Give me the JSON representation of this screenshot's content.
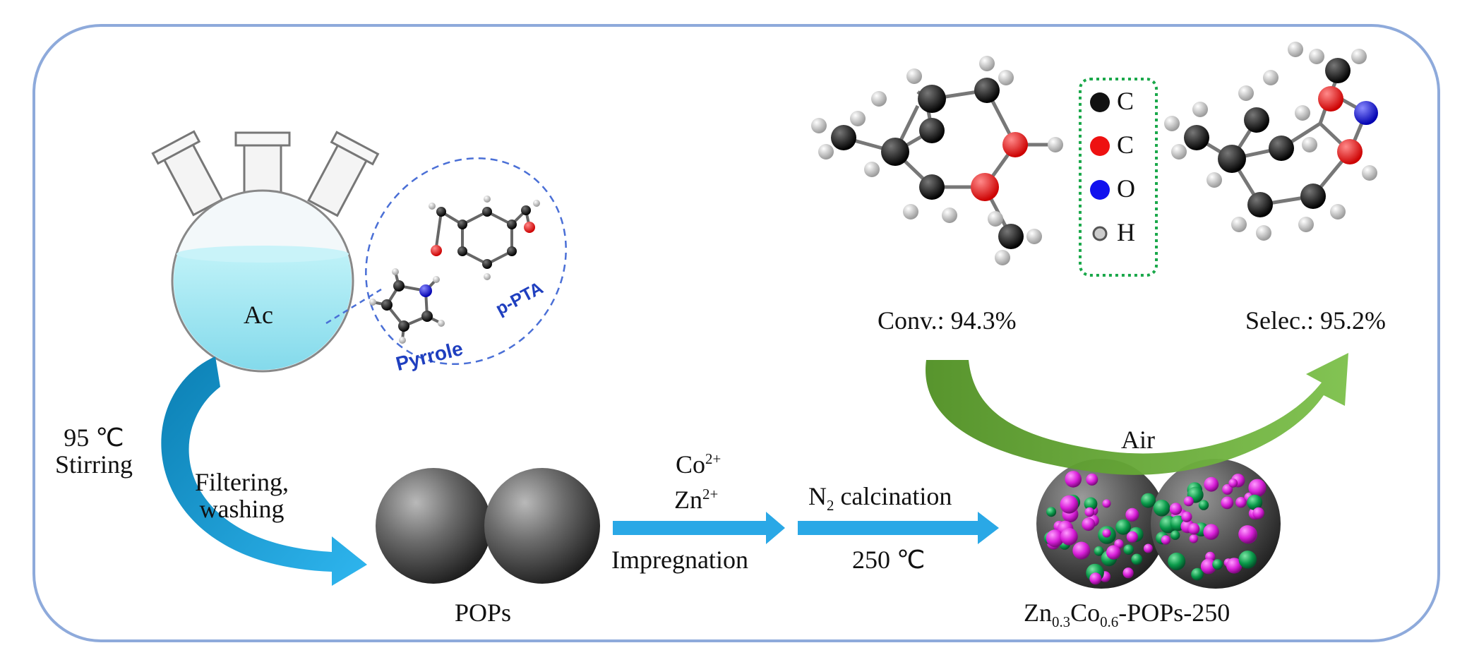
{
  "labels": {
    "flask_solvent": "Ac",
    "pyrrole": "Pyrrole",
    "p_pta": "p-PTA",
    "temp_step": "95 ℃",
    "stir_step": "Stirring",
    "filter_step_1": "Filtering,",
    "filter_step_2": "washing",
    "pops": "POPs",
    "co_ion": "Co",
    "co_charge": "2+",
    "zn_ion": "Zn",
    "zn_charge": "2+",
    "impregnation": "Impregnation",
    "n2_prefix": "N",
    "n2_sub": "2",
    "n2_suffix": " calcination",
    "calc_temp": "250 ℃",
    "air": "Air",
    "catalyst_zn": "Zn",
    "catalyst_zn_sub": "0.3",
    "catalyst_co": "Co",
    "catalyst_co_sub": "0.6",
    "catalyst_suffix": "-POPs-250",
    "conversion": "Conv.: 94.3%",
    "selectivity": "Selec.: 95.2%"
  },
  "legend": [
    {
      "symbol": "C",
      "color": "#111111"
    },
    {
      "symbol": "C",
      "color": "#ee1111"
    },
    {
      "symbol": "O",
      "color": "#1111ee"
    },
    {
      "symbol": "H",
      "color": "#cccccc"
    }
  ],
  "colors": {
    "frame": "#8eaadb",
    "process_arrow": "#2aa8e6",
    "flask_liquid": "#8fe1ef",
    "reaction_arrow": "#5a9e2c",
    "legend_box": "#1aa84a",
    "co_particle": "#d81fd8",
    "zn_particle": "#0a9a4a",
    "sphere_gray": "#555555"
  }
}
